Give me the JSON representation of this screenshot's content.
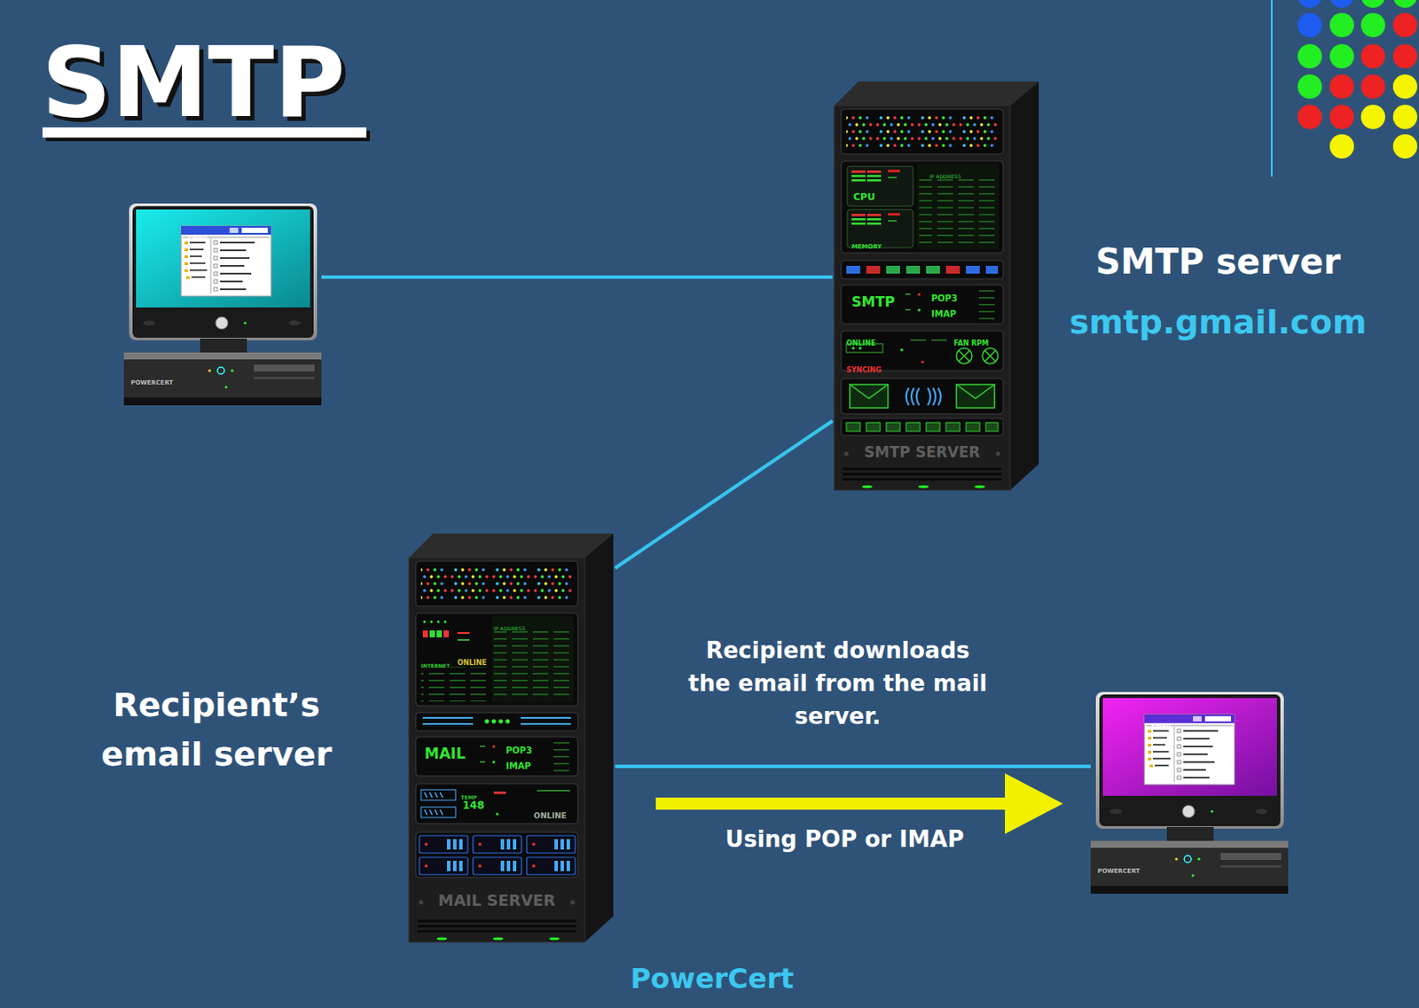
{
  "diagram": {
    "title": "SMTP",
    "nodes": [
      {
        "text": [
          "EMAIL",
          "POWERCERT"
        ]
      },
      {
        "text": [
          "CPU",
          "MEMORY",
          "IP ADDRESS",
          "SMTP",
          "POP3",
          "IMAP",
          "ONLINE",
          "FAN RPM",
          "SYNCING",
          "SMTP SERVER"
        ]
      },
      {
        "text": [
          "IP ADDRESS",
          "INTERNET",
          "ONLINE",
          "MAIL",
          "POP3",
          "IMAP",
          "TEMP",
          "148",
          "ONLINE",
          "MAIL SERVER"
        ]
      },
      {
        "text": [
          "EMAIL",
          "POWERCERT"
        ]
      }
    ],
    "edges": [
      {
        "from": 0,
        "to": 1,
        "arrow": "none"
      },
      {
        "from": 1,
        "to": 2,
        "arrow": "none"
      },
      {
        "from": 2,
        "to": 3,
        "arrow": "none"
      }
    ],
    "labels": [
      "SMTP server",
      "smtp.gmail.com",
      "Recipient’s email server",
      "Recipient downloads the email from the mail server.",
      "Using POP or IMAP",
      "PowerCert"
    ]
  }
}
